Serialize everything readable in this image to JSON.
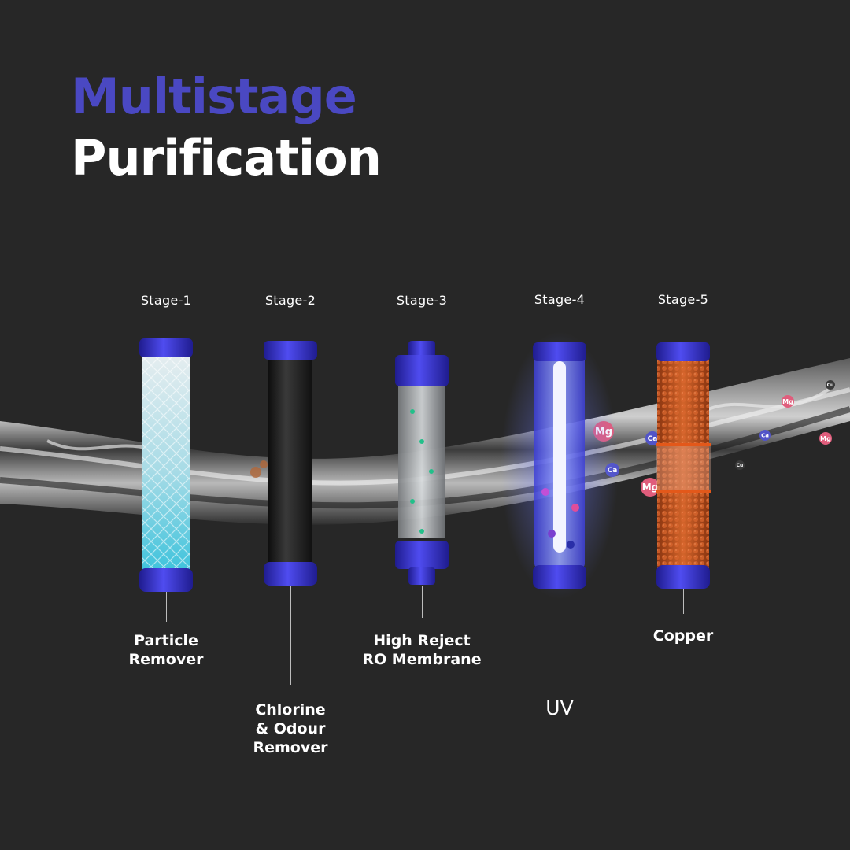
{
  "title": {
    "line1": "Multistage",
    "line2": "Purification",
    "line1_color": "#4a48c2",
    "line2_color": "#ffffff"
  },
  "colors": {
    "background": "#272727",
    "cap_blue": "#3532c4",
    "cap_blue_dark": "#1f1c8f",
    "filter_cyan": "#63d0e2",
    "carbon_black": "#1c1c1c",
    "uv_glow": "#5a6cff",
    "copper": "#c4521c"
  },
  "stages": [
    {
      "label": "Stage-1",
      "name": "Particle\nRemover",
      "kind": "particle"
    },
    {
      "label": "Stage-2",
      "name": "Chlorine\n& Odour\nRemover",
      "kind": "carbon"
    },
    {
      "label": "Stage-3",
      "name": "High Reject\nRO Membrane",
      "kind": "ro"
    },
    {
      "label": "Stage-4",
      "name": "UV",
      "kind": "uv"
    },
    {
      "label": "Stage-5",
      "name": "Copper",
      "kind": "copper"
    }
  ],
  "minerals": [
    "Mg",
    "Ca",
    "Cu"
  ]
}
